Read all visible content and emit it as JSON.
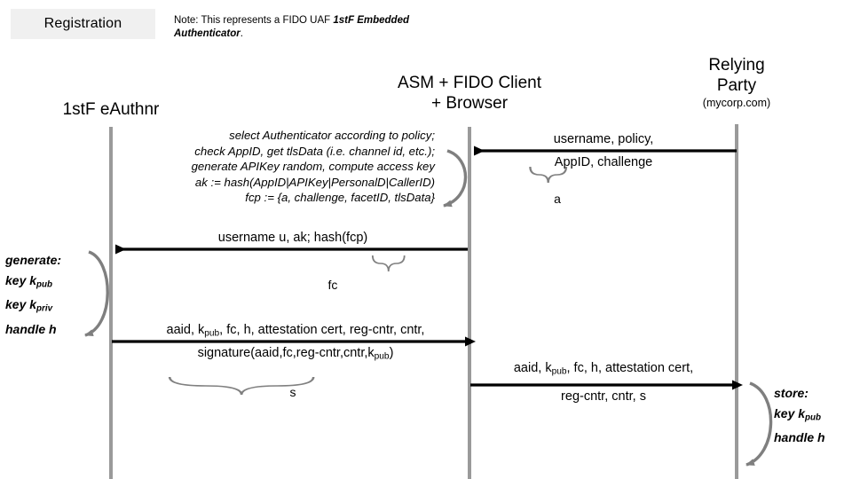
{
  "header": {
    "title": "Registration",
    "note_prefix": "Note: This represents a FIDO UAF ",
    "note_emphasis": "1stF Embedded Authenticator",
    "note_suffix": "."
  },
  "actors": [
    {
      "id": "authenticator",
      "label": "1stF eAuthnr",
      "sub": ""
    },
    {
      "id": "client",
      "line1": "ASM + FIDO Client",
      "line2": "+ Browser",
      "sub": ""
    },
    {
      "id": "relying-party",
      "line1": "Relying",
      "line2": "Party",
      "sub": "(mycorp.com)"
    }
  ],
  "processing_note": {
    "lines": [
      "select Authenticator according to policy;",
      "check AppID, get tlsData (i.e. channel id, etc.);",
      "generate APIKey random, compute access key",
      "ak := hash(AppID|APIKey|PersonalD|CallerID)",
      "fcp := {a, challenge, facetID, tlsData}"
    ]
  },
  "messages": [
    {
      "id": "msg-1",
      "from": "relying-party",
      "to": "client",
      "direction": "left",
      "line1": "username, policy,",
      "line2": "AppID, challenge",
      "brace_label": "a"
    },
    {
      "id": "msg-2",
      "from": "client",
      "to": "authenticator",
      "direction": "left",
      "line1": "username u, ak; hash(fcp)",
      "line2": "",
      "brace_label": "fc"
    },
    {
      "id": "msg-3",
      "from": "authenticator",
      "to": "client",
      "direction": "right",
      "line1": "aaid, k_pub, fc, h, attestation cert, reg-cntr, cntr,",
      "line2": "signature(aaid,fc,reg-cntr,cntr,k_pub)",
      "brace_label": "s"
    },
    {
      "id": "msg-4",
      "from": "client",
      "to": "relying-party",
      "direction": "right",
      "line1": "aaid, k_pub, fc, h, attestation cert,",
      "line2": "reg-cntr, cntr, s",
      "brace_label": ""
    }
  ],
  "side_notes": [
    {
      "id": "generate",
      "actor": "authenticator",
      "lines": [
        "generate:",
        "key k_pub",
        "key k_priv",
        "handle h"
      ]
    },
    {
      "id": "store",
      "actor": "relying-party",
      "lines": [
        "store:",
        "key k_pub",
        "handle h"
      ]
    }
  ],
  "colors": {
    "lifeline": "#9a9a9a",
    "arrow": "#000000",
    "self_loop": "#7f7f7f",
    "brace": "#808080",
    "title_box_bg": "#f0f0f0",
    "background": "#ffffff"
  }
}
